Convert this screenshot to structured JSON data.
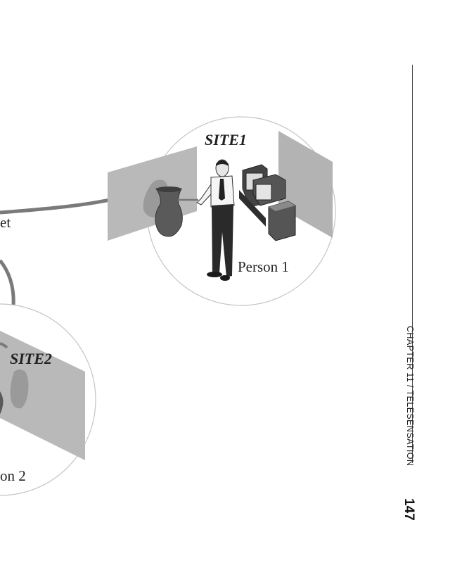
{
  "figure": {
    "site1": {
      "title": "SITE1",
      "person": "Person 1"
    },
    "site2": {
      "title": "SITE2",
      "person_partial": "on 2"
    },
    "network_label_partial": "et"
  },
  "header": {
    "chapter": "CHAPTER 11 / TELESENSATION",
    "page_number": "147"
  },
  "colors": {
    "link": "#7a7a7a",
    "wall": "#b8b8b8",
    "vase": "#5a5a5a",
    "circle": "#bdbdbd"
  }
}
